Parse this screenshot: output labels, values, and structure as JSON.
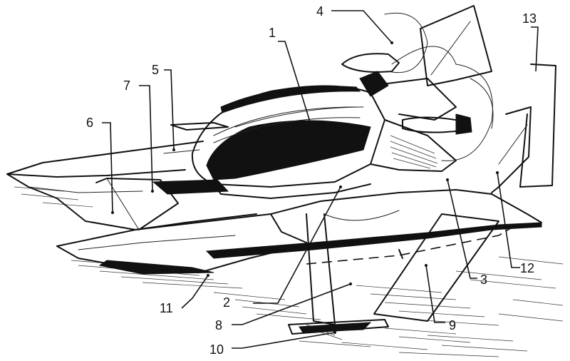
{
  "labels": [
    "1",
    "2",
    "3",
    "4",
    "5",
    "6",
    "7",
    "8",
    "9",
    "10",
    "11",
    "12",
    "13"
  ],
  "colors": {
    "ink": "#111111",
    "paper": "#ffffff"
  }
}
